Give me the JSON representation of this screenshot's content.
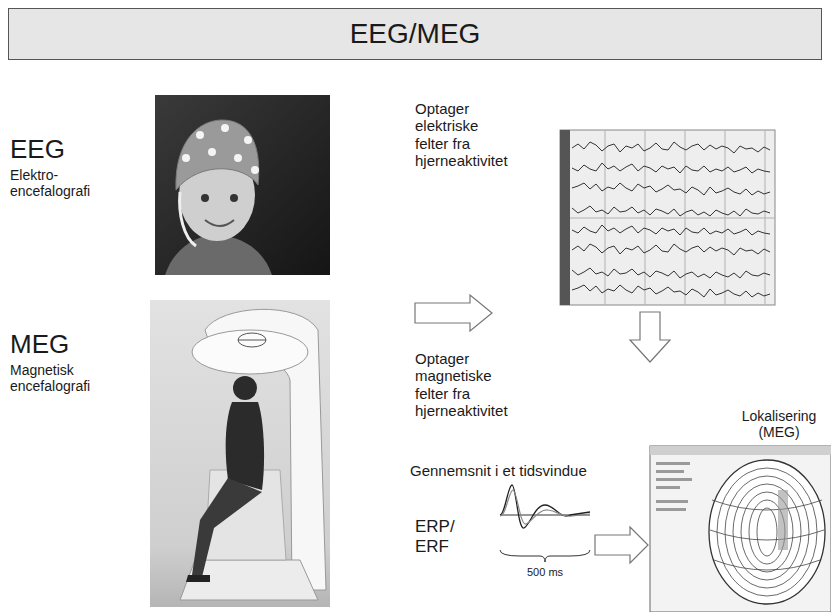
{
  "diagram": {
    "nodes": [
      {
        "text": [
          "EEG/MEG"
        ]
      }
    ],
    "labels": [
      "EEG",
      "Elektro- encefalografi",
      "Optager elektriske felter fra hjerneaktivitet",
      "MEG",
      "Magnetisk encefalografi",
      "Optager magnetiske felter fra hjerneaktivitet",
      "Gennemsnit i et tidsvindue",
      "ERP/ ERF",
      "500 ms",
      "Lokalisering (MEG)"
    ]
  }
}
